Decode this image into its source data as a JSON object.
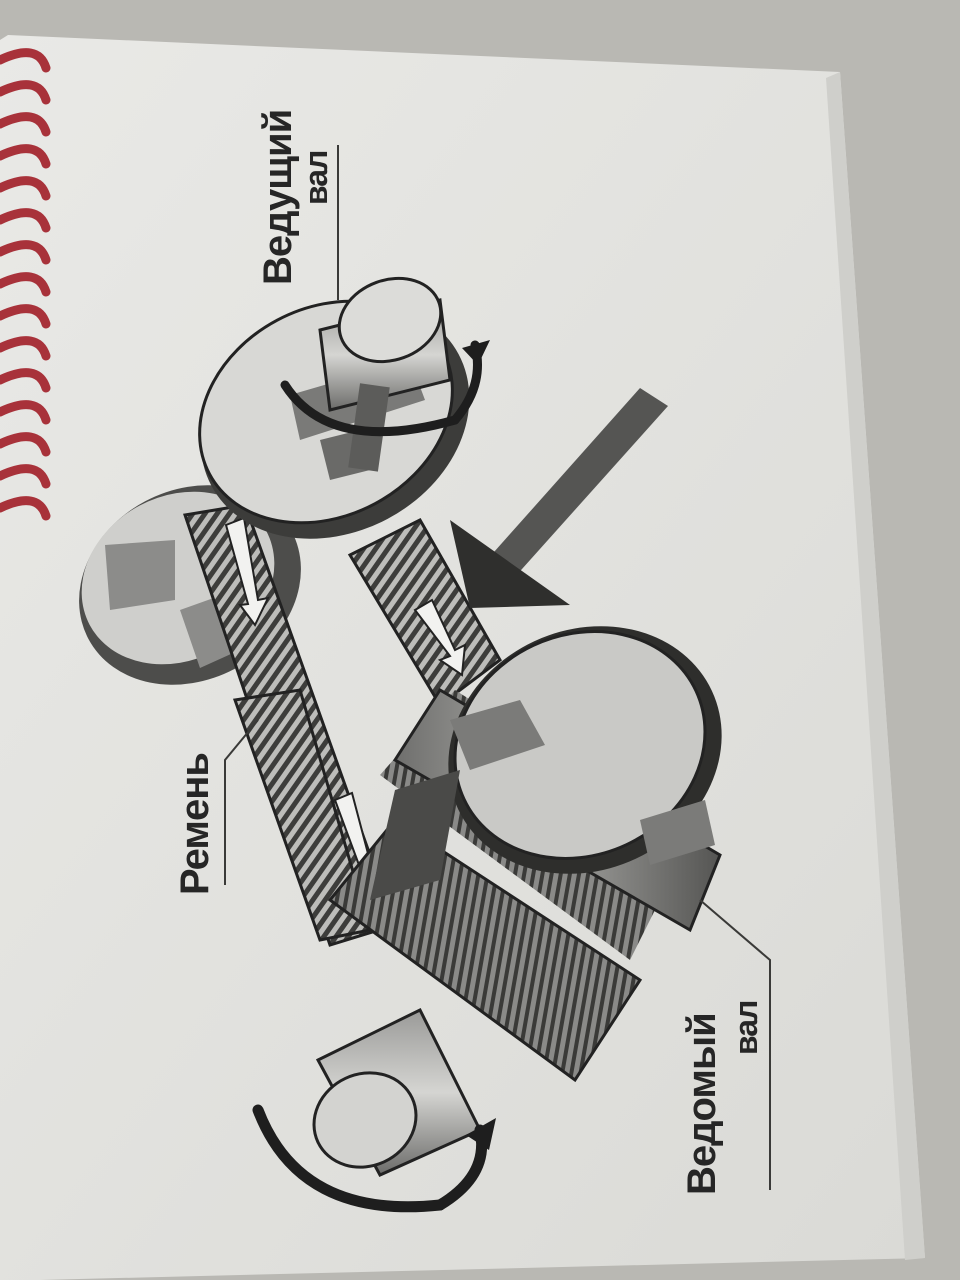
{
  "labels": {
    "drive_shaft_line1": "Ведущий",
    "drive_shaft_line2": "вал",
    "belt": "Ремень",
    "driven_shaft_line1": "Ведомый",
    "driven_shaft_line2": "вал"
  },
  "colors": {
    "background": "#b9b8b3",
    "page": "#e4e4e1",
    "binding_ring": "#a8323a",
    "ink": "#2a2a2a",
    "mid_gray": "#7d7d7b",
    "light_gray": "#cfcfcc"
  },
  "icons": {
    "rotation_arrow": "curved-arrow",
    "motion_arrow": "straight-arrow"
  }
}
